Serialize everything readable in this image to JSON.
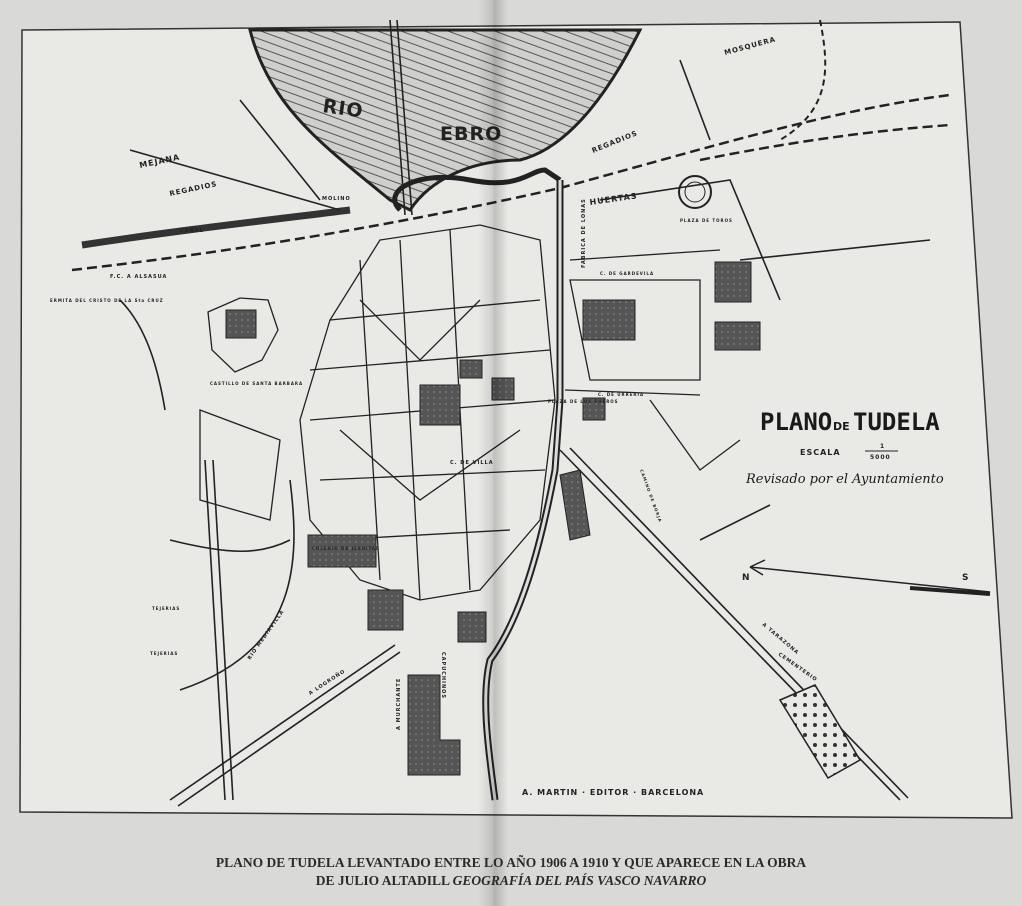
{
  "map": {
    "title": "PLANO DE TUDELA",
    "title_prefix": "PLANO",
    "title_de": "DE",
    "title_city": "TUDELA",
    "scale_label": "ESCALA",
    "scale_numerator": "1",
    "scale_denominator": "5000",
    "revised": "Revisado por el Ayuntamiento",
    "publisher": "A. MARTIN · EDITOR · BARCELONA",
    "compass_n": "N",
    "compass_s": "S",
    "labels": {
      "rio": "RIO",
      "ebro": "EBRO",
      "mejana": "MEJANA",
      "regadios_left": "REGADIOS",
      "regadios_right": "REGADIOS",
      "molino": "MOLINO",
      "canal": "CANAL",
      "fc_alsasua": "F.C. A ALSASUA",
      "mosquera": "MOSQUERA",
      "huertas": "HUERTAS",
      "fabrica_lonas": "FABRICA DE LONAS",
      "plaza_toros": "PLAZA DE TOROS",
      "castillo": "CASTILLO DE SANTA BARBARA",
      "ermita": "ERMITA DEL CRISTO DE LA Sta CRUZ",
      "plaza_fueros": "PLAZA DE LOS FUEROS",
      "c_gardevila": "C. DE GARDEVILA",
      "c_urreria": "C. DE URRERIA",
      "c_villa": "C. DE VILLA",
      "colegio": "COLEGIO DE JESUITAS",
      "mediavilla": "RIO MEDIAVILLA",
      "tejerias_1": "TEJERIAS",
      "tejerias_2": "TEJERIAS",
      "a_logrono": "A LOGROÑO",
      "a_murchante": "A MURCHANTE",
      "capuchinos": "CAPUCHINOS",
      "a_tarazona": "A TARAZONA",
      "cementerio": "CEMENTERIO",
      "camino_borja": "CAMINO DE BORJA"
    }
  },
  "caption": {
    "line1": "PLANO DE TUDELA LEVANTADO ENTRE LO AÑO 1906 A 1910 Y QUE APARECE EN LA OBRA",
    "line2_plain": "DE JULIO ALTADILL",
    "line2_italic": "GEOGRAFÍA DEL PAÍS VASCO NAVARRO"
  },
  "colors": {
    "ink": "#1e1e1e",
    "paper": "#e9e9e6",
    "page": "#d9d9d7",
    "block": "#4a4a4a"
  }
}
